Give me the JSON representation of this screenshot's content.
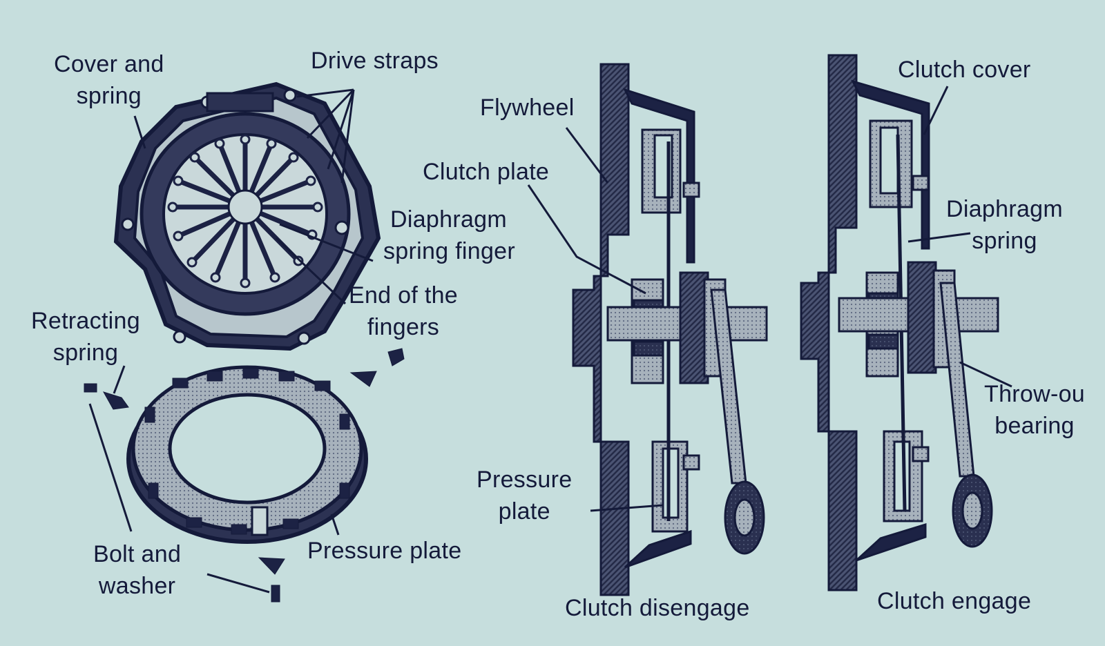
{
  "labels": {
    "cover_and_spring": [
      "Cover and",
      "spring"
    ],
    "drive_straps": "Drive straps",
    "diaphragm_spring_finger": [
      "Diaphragm",
      "spring finger"
    ],
    "end_of_the_fingers": [
      "End of the",
      "fingers"
    ],
    "retracting_spring": [
      "Retracting",
      "spring"
    ],
    "bolt_and_washer": [
      "Bolt and",
      "washer"
    ],
    "pressure_plate_left": "Pressure plate",
    "flywheel": "Flywheel",
    "clutch_plate": "Clutch plate",
    "pressure_plate_mid": [
      "Pressure",
      "plate"
    ],
    "clutch_cover": "Clutch cover",
    "diaphragm_spring": [
      "Diaphragm",
      "spring"
    ],
    "throw_out_bearing": [
      "Throw-ou",
      "bearing"
    ]
  },
  "captions": {
    "disengage": "Clutch disengage",
    "engage": "Clutch engage"
  },
  "colors": {
    "paper": "#c6dedd",
    "ink": "#141a3a",
    "hatch": "#39405e",
    "light_part": "#8d99a8"
  }
}
